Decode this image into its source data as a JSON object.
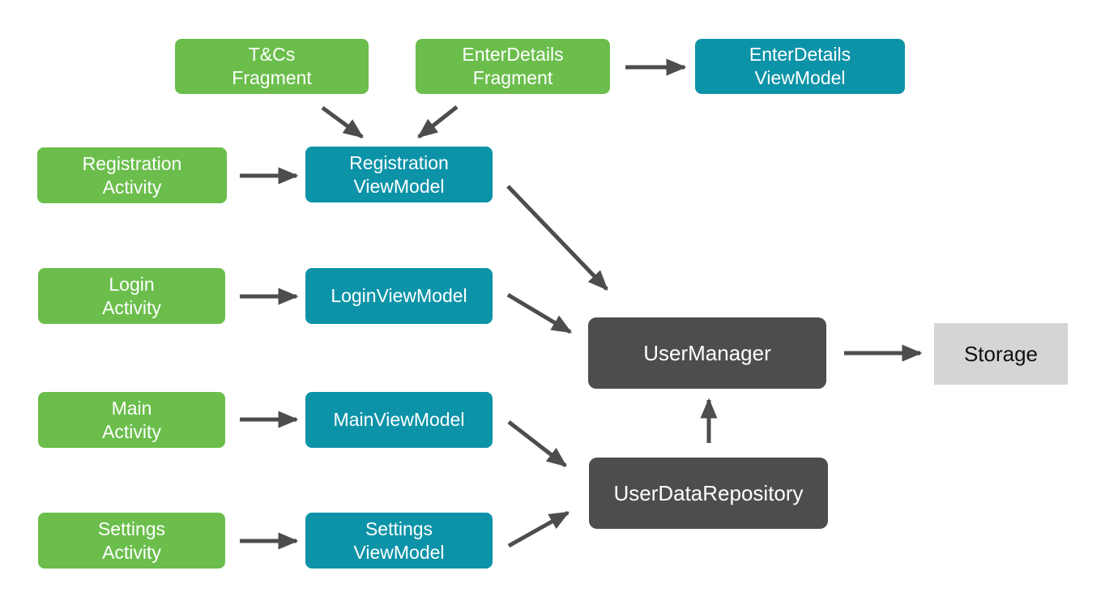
{
  "diagram": {
    "background": "#ffffff",
    "palette": {
      "fragment_activity_green": "#6BBE4C",
      "viewmodel_teal": "#0D93A8",
      "manager_dark_gray": "#4D4D4D",
      "storage_light_gray": "#D5D5D5",
      "arrow_gray": "#4D4D4D",
      "box_text_light": "#FFFFFF",
      "storage_text_dark": "#111111"
    },
    "nodes": {
      "tcs_fragment": {
        "label": "T&Cs\nFragment",
        "type": "fragment"
      },
      "enterdetails_fragment": {
        "label": "EnterDetails\nFragment",
        "type": "fragment"
      },
      "enterdetails_viewmodel": {
        "label": "EnterDetails\nViewModel",
        "type": "viewmodel"
      },
      "registration_activity": {
        "label": "Registration\nActivity",
        "type": "activity"
      },
      "registration_viewmodel": {
        "label": "Registration\nViewModel",
        "type": "viewmodel"
      },
      "login_activity": {
        "label": "Login\nActivity",
        "type": "activity"
      },
      "login_viewmodel": {
        "label": "LoginViewModel",
        "type": "viewmodel"
      },
      "main_activity": {
        "label": "Main\nActivity",
        "type": "activity"
      },
      "main_viewmodel": {
        "label": "MainViewModel",
        "type": "viewmodel"
      },
      "settings_activity": {
        "label": "Settings\nActivity",
        "type": "activity"
      },
      "settings_viewmodel": {
        "label": "Settings\nViewModel",
        "type": "viewmodel"
      },
      "user_manager": {
        "label": "UserManager",
        "type": "manager"
      },
      "user_data_repository": {
        "label": "UserDataRepository",
        "type": "repository"
      },
      "storage": {
        "label": "Storage",
        "type": "storage"
      }
    },
    "edges": [
      {
        "from": "enterdetails_fragment",
        "to": "enterdetails_viewmodel"
      },
      {
        "from": "tcs_fragment",
        "to": "registration_viewmodel"
      },
      {
        "from": "enterdetails_fragment",
        "to": "registration_viewmodel"
      },
      {
        "from": "registration_activity",
        "to": "registration_viewmodel"
      },
      {
        "from": "registration_viewmodel",
        "to": "user_manager"
      },
      {
        "from": "login_activity",
        "to": "login_viewmodel"
      },
      {
        "from": "login_viewmodel",
        "to": "user_manager"
      },
      {
        "from": "main_activity",
        "to": "main_viewmodel"
      },
      {
        "from": "main_viewmodel",
        "to": "user_data_repository"
      },
      {
        "from": "settings_activity",
        "to": "settings_viewmodel"
      },
      {
        "from": "settings_viewmodel",
        "to": "user_data_repository"
      },
      {
        "from": "user_data_repository",
        "to": "user_manager"
      },
      {
        "from": "user_manager",
        "to": "storage"
      }
    ]
  }
}
